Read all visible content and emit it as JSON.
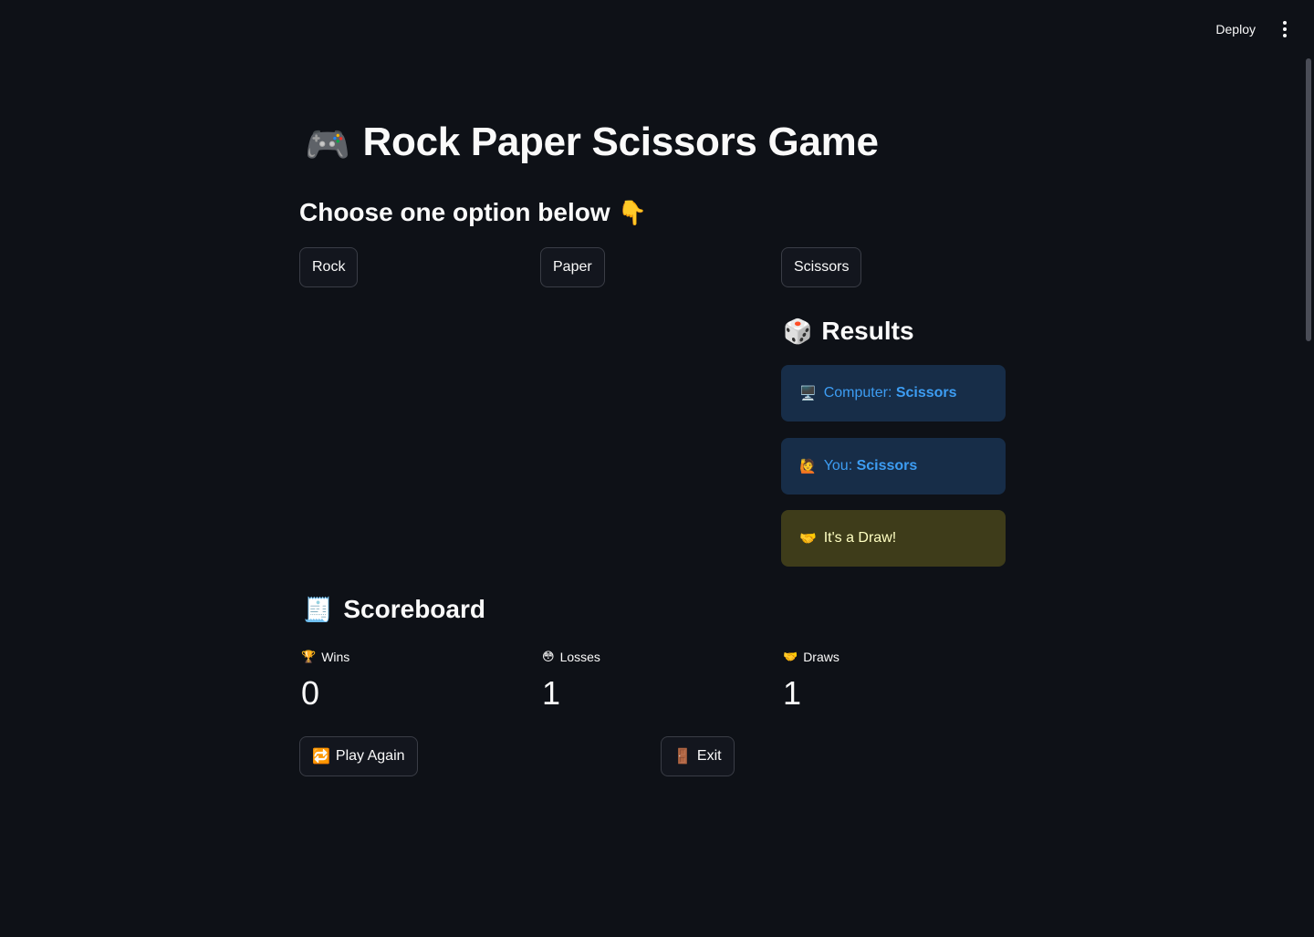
{
  "toolbar": {
    "deploy_label": "Deploy",
    "menu_icon": "vertical-ellipsis-icon"
  },
  "header": {
    "title_emoji": "🎮",
    "title": "Rock Paper Scissors Game",
    "subtitle": "Choose one option below",
    "subtitle_emoji": "👇"
  },
  "choices": {
    "rock_label": "Rock",
    "paper_label": "Paper",
    "scissors_label": "Scissors"
  },
  "results": {
    "title_emoji": "🎲",
    "title": "Results",
    "computer": {
      "emoji": "🖥️",
      "label": "Computer: ",
      "value": "Scissors"
    },
    "you": {
      "emoji": "🙋",
      "label": "You: ",
      "value": "Scissors"
    },
    "outcome": {
      "emoji": "🤝",
      "text": "It's a Draw!"
    }
  },
  "scoreboard": {
    "title_emoji": "🧾",
    "title": "Scoreboard",
    "wins": {
      "emoji": "🏆",
      "label": "Wins",
      "value": "0"
    },
    "losses": {
      "emoji": "😳",
      "label": "Losses",
      "value": "1"
    },
    "draws": {
      "emoji": "🤝",
      "label": "Draws",
      "value": "1"
    }
  },
  "actions": {
    "play_again_emoji": "🔁",
    "play_again_label": "Play Again",
    "exit_emoji": "🚪",
    "exit_label": "Exit"
  },
  "colors": {
    "background": "#0e1117",
    "info_bg": "#172d48",
    "info_text": "#3d9df3",
    "warning_bg": "#3e3c1a",
    "warning_text": "#ffffc2"
  }
}
